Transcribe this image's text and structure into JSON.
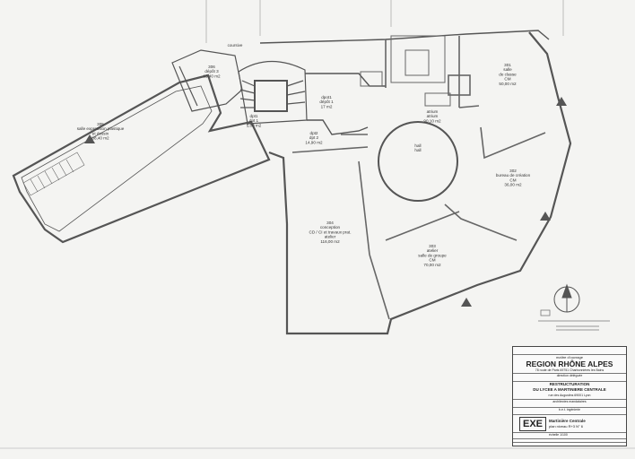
{
  "plan": {
    "rooms": [
      {
        "id": "305",
        "name": "salle expression plastique\net dessin",
        "area": "88,40 m2",
        "key": "room-305"
      },
      {
        "id": "306",
        "name": "dépôt 3",
        "area": "15,40 m2",
        "key": "room-306"
      },
      {
        "id": "dpt1",
        "name": "dpt 1",
        "area": "5,80 m2",
        "key": "room-dpt1"
      },
      {
        "id": "dpt2",
        "name": "dpt 2",
        "area": "14,90 m2",
        "key": "room-dpt2"
      },
      {
        "id": "dpot1",
        "name": "dépôt 1",
        "area": "17 m2",
        "key": "room-depot1"
      },
      {
        "id": "301",
        "name": "salle\nde classe\nCM",
        "area": "50,00 m2",
        "key": "room-301"
      },
      {
        "id": "atrium",
        "name": "atrium",
        "area": "90,10 m2",
        "key": "room-atrium"
      },
      {
        "id": "hall",
        "name": "hall",
        "area": "",
        "key": "room-hall"
      },
      {
        "id": "302",
        "name": "bureau de création\nCM",
        "area": "36,00 m2",
        "key": "room-302"
      },
      {
        "id": "303",
        "name": "atelier\nsalle de groupe\nCM",
        "area": "70,00 m2",
        "key": "room-303"
      },
      {
        "id": "304",
        "name": "conception\nCD / CI et travaux prat.\natelier",
        "area": "116,00 m2",
        "key": "room-304"
      }
    ],
    "top_label": "coursive"
  },
  "cartouche": {
    "owner_caption": "maître d'ouvrage",
    "owner": "REGION RHÔNE ALPES",
    "owner_sub": "78 route de Paris 69751 Charbonnières les Bains",
    "delegate": "direction déléguée",
    "project_title": "RESTRUCTURATION",
    "project_name": "DU LYCEE A MARTINIERE CENTRALE",
    "project_addr": "rue des Augustins 69001 Lyon",
    "architects": "architectes mandataires",
    "engineer": "b.e.t. ingénierie",
    "phase": "EXE",
    "sheet_title": "Martinière Centrale",
    "sheet_sub": "plan niveau R+3 N° 6",
    "scale": "échelle 1/100"
  },
  "colors": {
    "wall": "#555555",
    "line": "#6a6a6a",
    "paper": "#f4f4f2"
  }
}
